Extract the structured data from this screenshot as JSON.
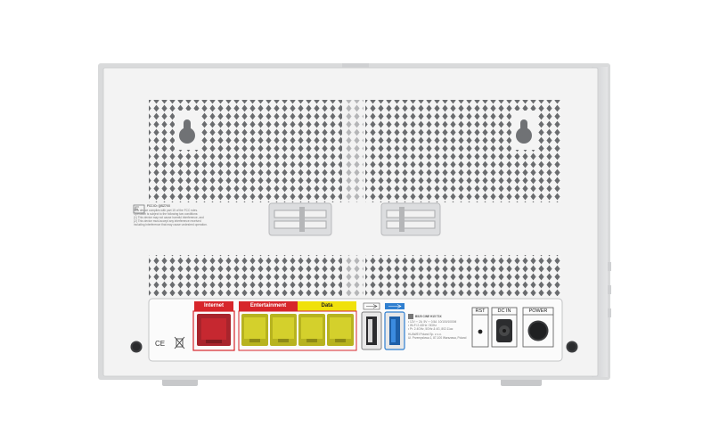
{
  "regulatory": {
    "fcc_id": "FCC ID: QISZ7XX",
    "fcc_lines": [
      "This device complies with part 15 of the FCC rules.",
      "Operation is subject to the following two conditions:",
      "(1) This device may not cause harmful interference, and",
      "(2) This device must accept any interference received",
      "including interference that may cause undesired operation."
    ],
    "marks": "CE"
  },
  "ports": {
    "internet_label": "Internet",
    "entertainment_label": "Entertainment",
    "data_label": "Data",
    "rst_label": "RST",
    "dc_in_label": "DC IN",
    "power_label": "POWER"
  },
  "product_label": {
    "model_line": "B525 CINE H15 T3X",
    "lines": [
      "• 12V ⎓ 2A  5V ⎓ 0.5A  10/100/1000M",
      "• Wi-Fi 2.4GHz / 5GHz",
      "• Pr. 2.4GHz, 5GHz & 4G, 802.11ac",
      "HUAWEI Poland Sp. z o.o.",
      "Ul. Przemyslowa 1, 87-100 Warszawa, Poland"
    ]
  },
  "colors": {
    "body": "#dedfe0",
    "panel": "#f2f2f2",
    "internet_port": "#c62830",
    "entertainment_port": "#cfcb2a",
    "usb3": "#2f7fd0",
    "accent_red": "#d7262b",
    "accent_yellow": "#f0e10b"
  }
}
